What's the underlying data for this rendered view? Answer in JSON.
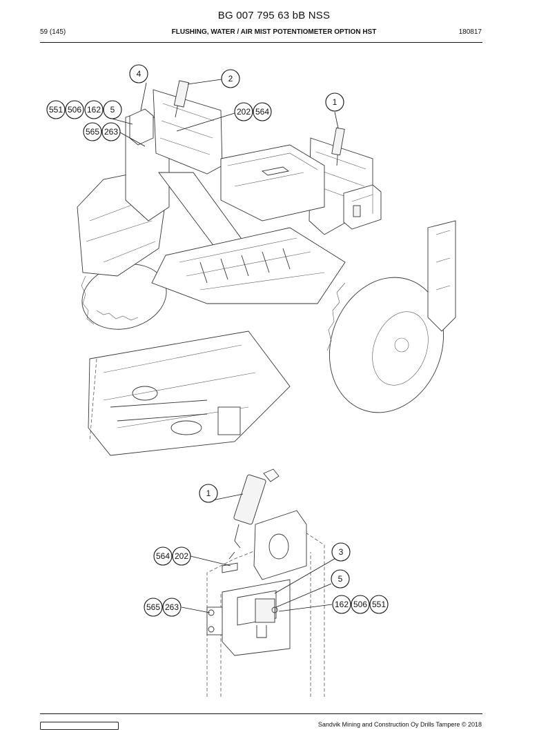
{
  "header": {
    "document_code": "BG 007 795 63 bB NSS",
    "page": "59 (145)",
    "section_title": "FLUSHING, WATER / AIR MIST POTENTIOMETER OPTION HST",
    "date_code": "180817"
  },
  "footer": {
    "copyright": "Sandvik Mining and Construction Oy Drills Tampere © 2018"
  },
  "callouts_top": [
    "4",
    "2",
    "551",
    "506",
    "162",
    "5",
    "202",
    "564",
    "1",
    "565",
    "263"
  ],
  "callouts_bottom": [
    "1",
    "564",
    "202",
    "3",
    "5",
    "565",
    "263",
    "162",
    "506",
    "551"
  ]
}
